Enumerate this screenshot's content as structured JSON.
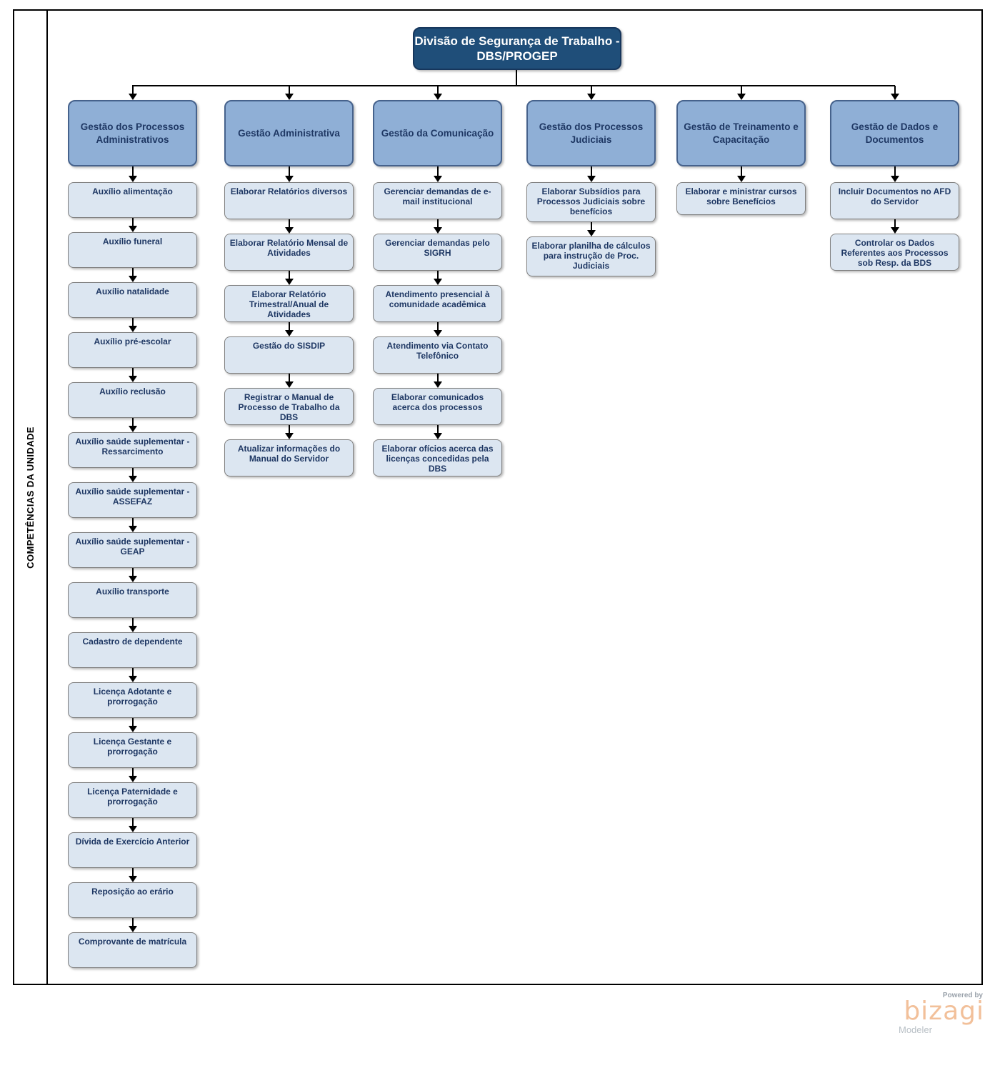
{
  "diagram": {
    "lane_label": "COMPETÊNCIAS DA UNIDADE",
    "root_title": "Divisão de Segurança de Trabalho - DBS/PROGEP",
    "columns": [
      {
        "header": "Gestão dos Processos Administrativos",
        "items": [
          "Auxílio alimentação",
          "Auxílio funeral",
          "Auxílio natalidade",
          "Auxílio pré-escolar",
          "Auxílio  reclusão",
          "Auxílio saúde suplementar - Ressarcimento",
          "Auxílio saúde suplementar - ASSEFAZ",
          "Auxílio saúde suplementar - GEAP",
          "Auxílio  transporte",
          "Cadastro de dependente",
          "Licença Adotante e prorrogação",
          "Licença Gestante e prorrogação",
          "Licença Paternidade e prorrogação",
          "Dívida de Exercício Anterior",
          "Reposição ao erário",
          "Comprovante de matrícula"
        ]
      },
      {
        "header": "Gestão Administrativa",
        "items": [
          "Elaborar Relatórios diversos",
          "Elaborar Relatório Mensal de Atividades",
          "Elaborar Relatório Trimestral/Anual de Atividades",
          "Gestão do SISDIP",
          "Registrar o Manual de Processo de Trabalho da DBS",
          "Atualizar informações do Manual do Servidor"
        ]
      },
      {
        "header": "Gestão da Comunicação",
        "items": [
          "Gerenciar demandas de e-mail institucional",
          "Gerenciar demandas pelo SIGRH",
          "Atendimento presencial à comunidade acadêmica",
          "Atendimento via Contato Telefônico",
          "Elaborar comunicados acerca dos processos",
          "Elaborar ofícios acerca das licenças concedidas pela DBS"
        ]
      },
      {
        "header": "Gestão dos Processos Judiciais",
        "items": [
          "Elaborar Subsídios para Processos Judiciais sobre benefícios",
          "Elaborar planilha de cálculos para instrução de Proc. Judiciais"
        ]
      },
      {
        "header": "Gestão de Treinamento e Capacitação",
        "items": [
          "Elaborar e ministrar cursos sobre Benefícios"
        ]
      },
      {
        "header": "Gestão de Dados e Documentos",
        "items": [
          "Incluir Documentos no AFD do Servidor",
          "Controlar os Dados Referentes aos Processos sob Resp. da BDS"
        ]
      }
    ]
  },
  "branding": {
    "powered_by": "Powered by",
    "logo_text": "bizagi",
    "logo_subtitle": "Modeler"
  },
  "colors": {
    "root_fill": "#1F4E79",
    "root_border": "#16365C",
    "root_text": "#FFFFFF",
    "header_fill": "#8FAFD6",
    "header_border": "#46628C",
    "item_fill": "#DCE6F1",
    "item_border": "#7F7F7F",
    "node_text": "#1F3864",
    "logo_orange": "#F2C09A",
    "logo_grey": "#9AA2AB"
  }
}
